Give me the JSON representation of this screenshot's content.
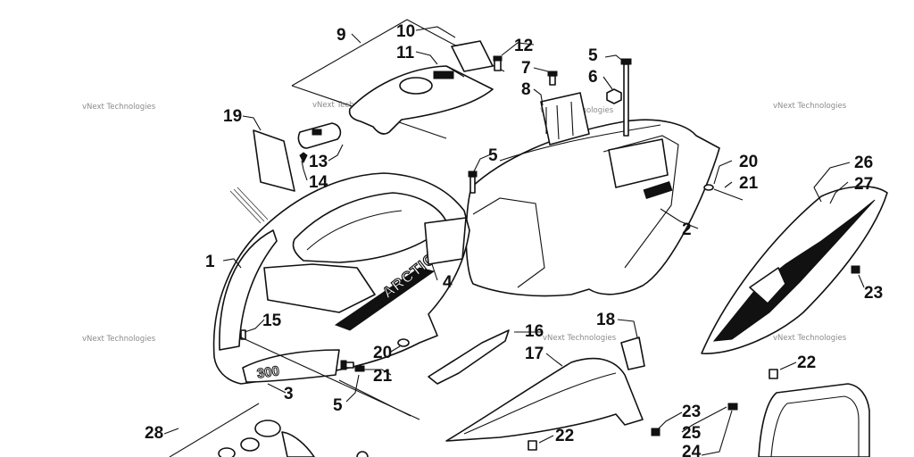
{
  "colors": {
    "line": "#111111",
    "watermark": "#8a8a8a",
    "background": "#ffffff"
  },
  "watermark": "vNext Technologies",
  "brand_decal": "ARCTICCAT",
  "model_badge": "300",
  "callouts": [
    {
      "id": "c1",
      "label": "1"
    },
    {
      "id": "c2",
      "label": "2"
    },
    {
      "id": "c3",
      "label": "3"
    },
    {
      "id": "c4",
      "label": "4"
    },
    {
      "id": "c5a",
      "label": "5"
    },
    {
      "id": "c5b",
      "label": "5"
    },
    {
      "id": "c5c",
      "label": "5"
    },
    {
      "id": "c6",
      "label": "6"
    },
    {
      "id": "c7",
      "label": "7"
    },
    {
      "id": "c8",
      "label": "8"
    },
    {
      "id": "c9",
      "label": "9"
    },
    {
      "id": "c10",
      "label": "10"
    },
    {
      "id": "c11",
      "label": "11"
    },
    {
      "id": "c12",
      "label": "12"
    },
    {
      "id": "c13",
      "label": "13"
    },
    {
      "id": "c14",
      "label": "14"
    },
    {
      "id": "c15",
      "label": "15"
    },
    {
      "id": "c16",
      "label": "16"
    },
    {
      "id": "c17",
      "label": "17"
    },
    {
      "id": "c18",
      "label": "18"
    },
    {
      "id": "c19",
      "label": "19"
    },
    {
      "id": "c20a",
      "label": "20"
    },
    {
      "id": "c20b",
      "label": "20"
    },
    {
      "id": "c21a",
      "label": "21"
    },
    {
      "id": "c21b",
      "label": "21"
    },
    {
      "id": "c22a",
      "label": "22"
    },
    {
      "id": "c22b",
      "label": "22"
    },
    {
      "id": "c23a",
      "label": "23"
    },
    {
      "id": "c23b",
      "label": "23"
    },
    {
      "id": "c24",
      "label": "24"
    },
    {
      "id": "c25",
      "label": "25"
    },
    {
      "id": "c26",
      "label": "26"
    },
    {
      "id": "c27",
      "label": "27"
    },
    {
      "id": "c28",
      "label": "28"
    }
  ]
}
